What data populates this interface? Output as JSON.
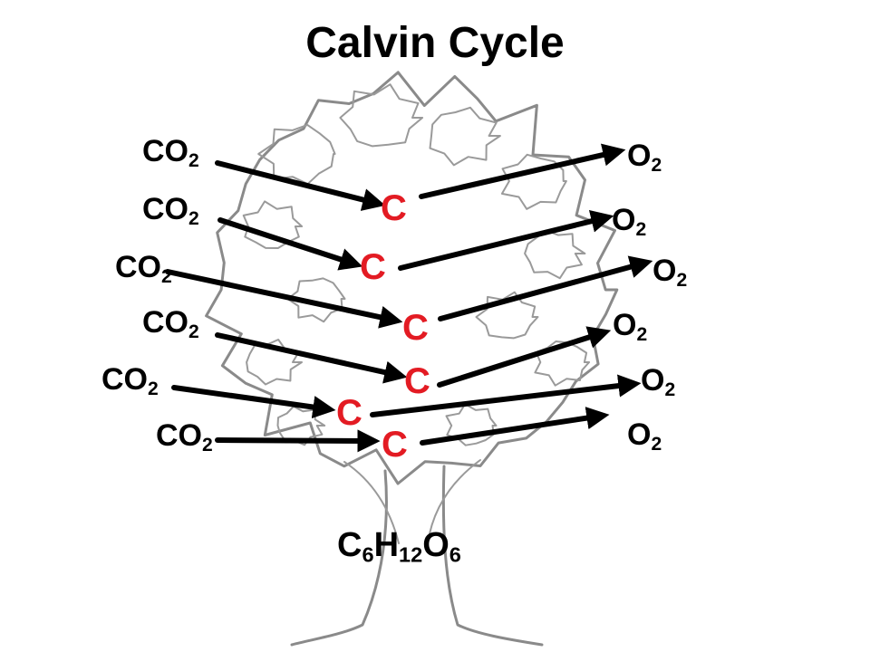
{
  "slide": {
    "title": "Calvin Cycle"
  },
  "colors": {
    "text": "#000000",
    "carbon": "#e31b23",
    "arrow": "#000000",
    "tree_outline": "#8a8a8a",
    "background": "#ffffff"
  },
  "background_image": "tree-outline-illustration",
  "molecules": {
    "co2": {
      "main": "CO",
      "sub": "2"
    },
    "o2": {
      "main": "O",
      "sub": "2"
    },
    "carbon": "C"
  },
  "glucose": [
    {
      "t": "C",
      "s": "6"
    },
    {
      "t": "H",
      "s": "12"
    },
    {
      "t": "O",
      "s": "6"
    }
  ]
}
